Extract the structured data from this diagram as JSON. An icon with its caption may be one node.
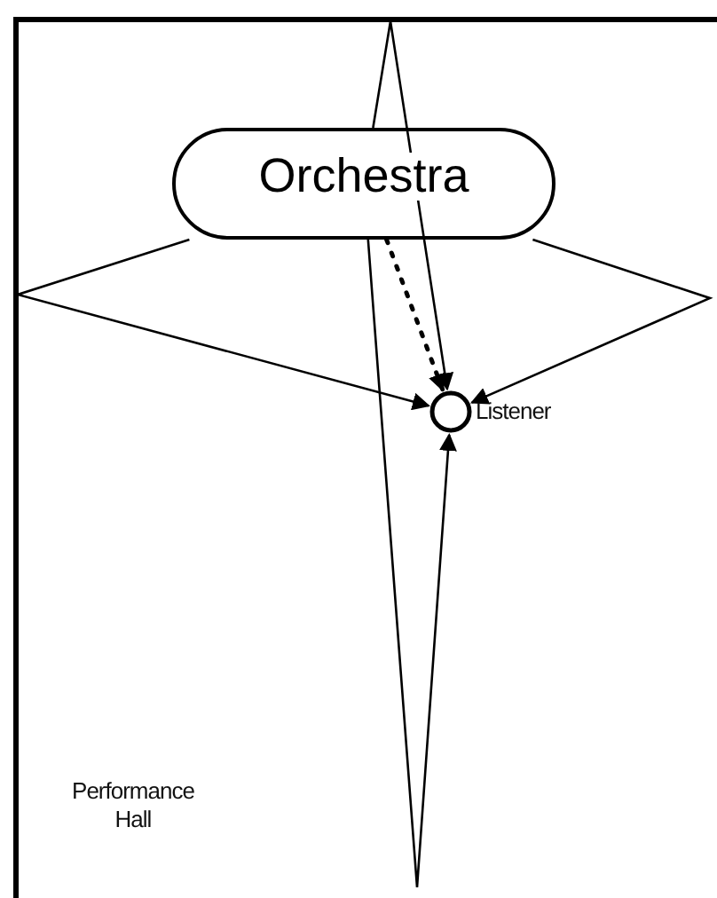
{
  "diagram": {
    "nodes": [
      {
        "text": [
          "Orchestra"
        ]
      },
      {
        "text": [],
        "shape": "circle",
        "beside": [
          "Listener"
        ]
      }
    ],
    "edges": [
      {
        "from": 0,
        "to": 1,
        "arrow": "to"
      },
      {
        "from": 0,
        "to": 1,
        "arrow": "to"
      },
      {
        "from": 0,
        "to": 1,
        "arrow": "to"
      },
      {
        "from": 0,
        "to": 1,
        "arrow": "to"
      },
      {
        "from": 0,
        "to": 1,
        "arrow": "to",
        "style": "dashed"
      }
    ],
    "labels": [
      "Performance Hall"
    ]
  }
}
